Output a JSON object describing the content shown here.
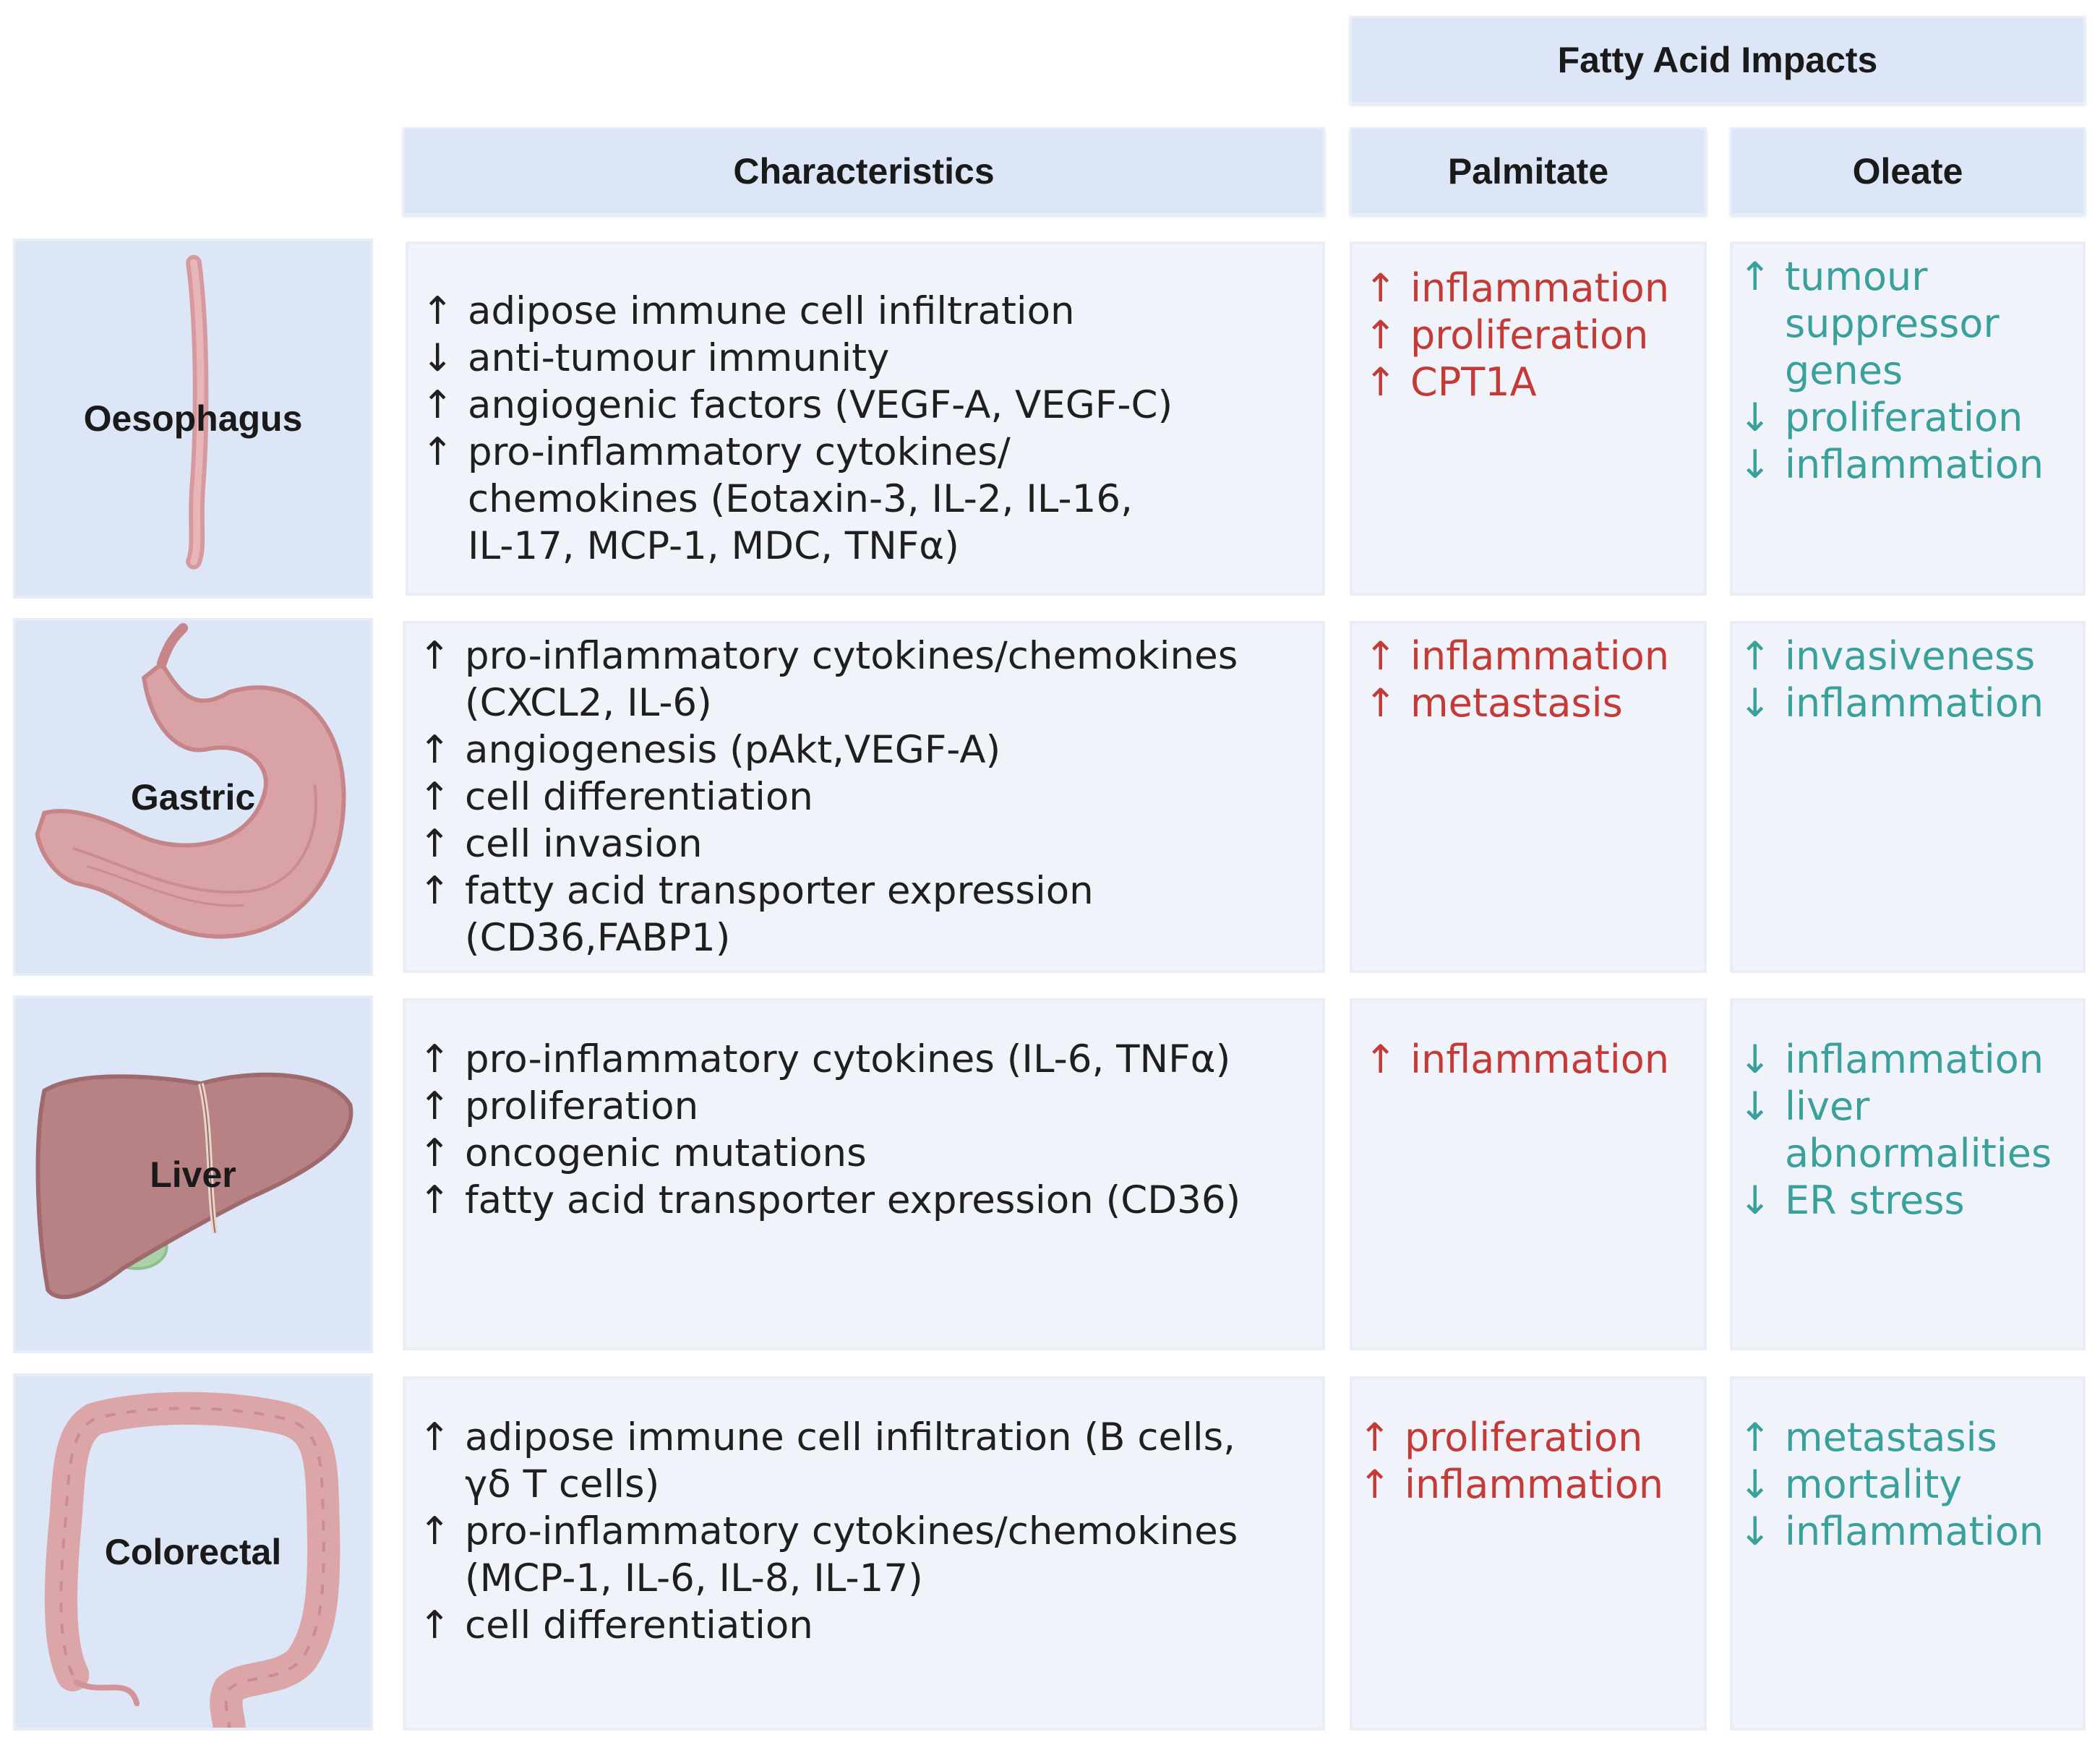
{
  "headers": {
    "fatty_acid_impacts": "Fatty Acid Impacts",
    "characteristics": "Characteristics",
    "palmitate": "Palmitate",
    "oleate": "Oleate"
  },
  "arrows": {
    "up": "↑",
    "down": "↓"
  },
  "rows": [
    {
      "organ": "Oesophagus",
      "characteristics": [
        {
          "dir": "up",
          "lines": [
            "adipose immune cell infiltration"
          ]
        },
        {
          "dir": "down",
          "lines": [
            "anti-tumour immunity"
          ]
        },
        {
          "dir": "up",
          "lines": [
            "angiogenic factors (VEGF-A, VEGF-C)"
          ]
        },
        {
          "dir": "up",
          "lines": [
            "pro-inflammatory cytokines/",
            "chemokines (Eotaxin-3, IL-2, IL-16,",
            "IL-17, MCP-1, MDC, TNFα)"
          ]
        }
      ],
      "palmitate": [
        {
          "dir": "up",
          "lines": [
            "inflammation"
          ]
        },
        {
          "dir": "up",
          "lines": [
            "proliferation"
          ]
        },
        {
          "dir": "up",
          "lines": [
            "CPT1A"
          ]
        }
      ],
      "oleate": [
        {
          "dir": "up",
          "lines": [
            "tumour",
            "suppressor",
            "genes"
          ]
        },
        {
          "dir": "down",
          "lines": [
            "proliferation"
          ]
        },
        {
          "dir": "down",
          "lines": [
            "inflammation"
          ]
        }
      ]
    },
    {
      "organ": "Gastric",
      "characteristics": [
        {
          "dir": "up",
          "lines": [
            "pro-inflammatory cytokines/chemokines",
            "(CXCL2, IL-6)"
          ]
        },
        {
          "dir": "up",
          "lines": [
            "angiogenesis (pAkt,VEGF-A)"
          ]
        },
        {
          "dir": "up",
          "lines": [
            "cell differentiation"
          ]
        },
        {
          "dir": "up",
          "lines": [
            "cell invasion"
          ]
        },
        {
          "dir": "up",
          "lines": [
            "fatty acid transporter expression",
            "(CD36,FABP1)"
          ]
        }
      ],
      "palmitate": [
        {
          "dir": "up",
          "lines": [
            "inflammation"
          ]
        },
        {
          "dir": "up",
          "lines": [
            "metastasis"
          ]
        }
      ],
      "oleate": [
        {
          "dir": "up",
          "lines": [
            "invasiveness"
          ]
        },
        {
          "dir": "down",
          "lines": [
            "inflammation"
          ]
        }
      ]
    },
    {
      "organ": "Liver",
      "characteristics": [
        {
          "dir": "up",
          "lines": [
            "pro-inflammatory cytokines (IL-6, TNFα)"
          ]
        },
        {
          "dir": "up",
          "lines": [
            "proliferation"
          ]
        },
        {
          "dir": "up",
          "lines": [
            "oncogenic mutations"
          ]
        },
        {
          "dir": "up",
          "lines": [
            "fatty acid transporter expression (CD36)"
          ]
        }
      ],
      "palmitate": [
        {
          "dir": "up",
          "lines": [
            "inflammation"
          ]
        }
      ],
      "oleate": [
        {
          "dir": "down",
          "lines": [
            "inflammation"
          ]
        },
        {
          "dir": "down",
          "lines": [
            "liver",
            "abnormalities"
          ]
        },
        {
          "dir": "down",
          "lines": [
            "ER stress"
          ]
        }
      ]
    },
    {
      "organ": "Colorectal",
      "characteristics": [
        {
          "dir": "up",
          "lines": [
            "adipose immune cell infiltration (B cells,",
            "γδ T cells)"
          ]
        },
        {
          "dir": "up",
          "lines": [
            "pro-inflammatory cytokines/chemokines",
            "(MCP-1, IL-6, IL-8, IL-17)"
          ]
        },
        {
          "dir": "up",
          "lines": [
            "cell differentiation"
          ]
        }
      ],
      "palmitate": [
        {
          "dir": "up",
          "lines": [
            "proliferation"
          ]
        },
        {
          "dir": "up",
          "lines": [
            "inflammation"
          ]
        }
      ],
      "oleate": [
        {
          "dir": "up",
          "lines": [
            "metastasis"
          ]
        },
        {
          "dir": "down",
          "lines": [
            "mortality"
          ]
        },
        {
          "dir": "down",
          "lines": [
            "inflammation"
          ]
        }
      ]
    }
  ]
}
